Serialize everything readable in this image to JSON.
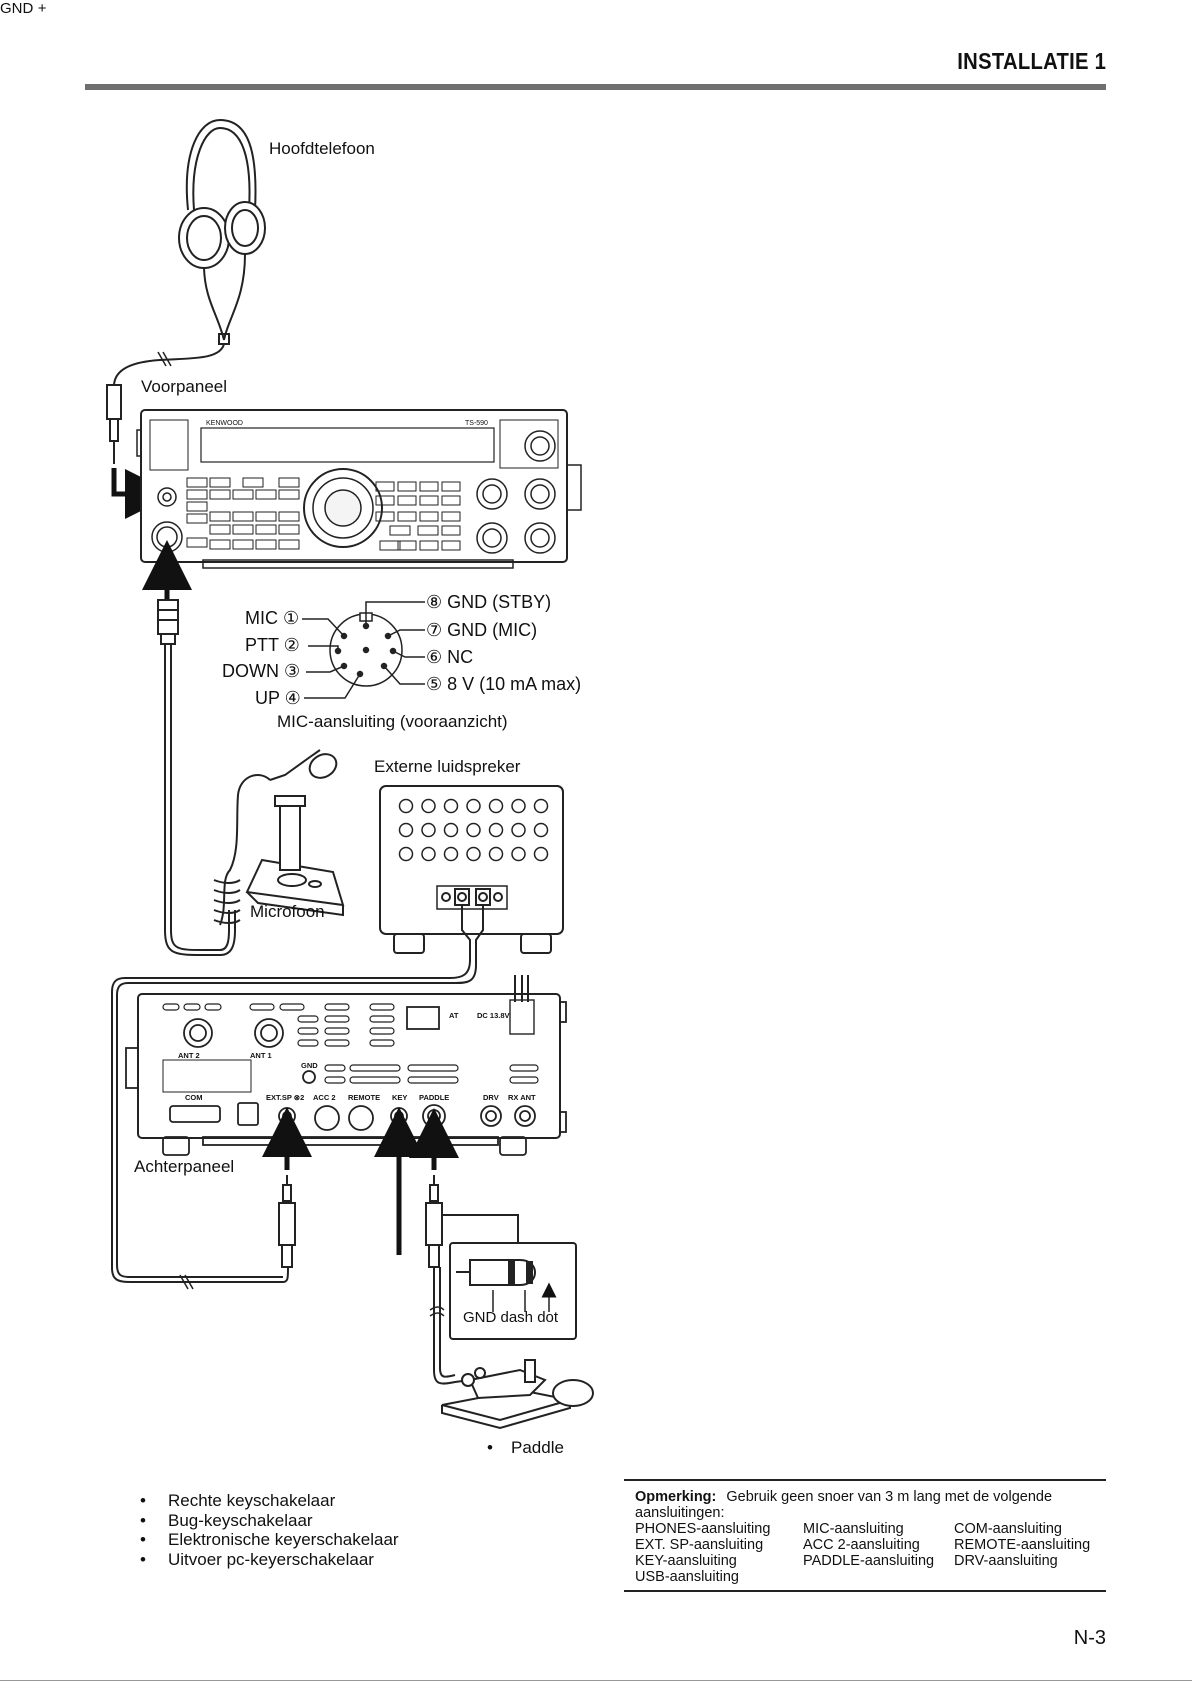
{
  "header": {
    "title": "INSTALLATIE  1"
  },
  "labels": {
    "headphones": "Hoofdtelefoon",
    "front_panel": "Voorpaneel",
    "rear_panel": "Achterpaneel",
    "microphone": "Microfoon",
    "external_speaker": "Externe luidspreker",
    "mic_connector_caption": "MIC-aansluiting (vooraanzicht)"
  },
  "mic_pins": {
    "left": [
      "MIC ①",
      "PTT ②",
      "DOWN ③",
      "UP ④"
    ],
    "right": [
      "⑧ GND (STBY)",
      "⑦ GND (MIC)",
      "⑥ NC",
      "⑤ 8 V (10 mA max)"
    ]
  },
  "plug_labels": {
    "paddle_plug": "GND dash dot",
    "key_plug_gnd": "GND",
    "key_plug_plus": "+"
  },
  "rear_panel_labels": [
    "ANT 2",
    "ANT 1",
    "COM",
    "EXT.SP ⊗2",
    "ACC 2",
    "REMOTE",
    "KEY",
    "PADDLE",
    "DRV",
    "RX ANT",
    "GND",
    "AT",
    "DC 13.8V"
  ],
  "bullets_key": [
    "Rechte keyschakelaar",
    "Bug-keyschakelaar",
    "Elektronische keyerschakelaar",
    "Uitvoer pc-keyerschakelaar"
  ],
  "bullet_paddle": "Paddle",
  "note": {
    "title": "Opmerking:",
    "text": "Gebruik geen snoer van 3 m lang met de volgende aansluitingen:",
    "rows": [
      [
        "PHONES-aansluiting",
        "MIC-aansluiting",
        "COM-aansluiting"
      ],
      [
        "EXT. SP-aansluiting",
        "ACC 2-aansluiting",
        "REMOTE-aansluiting"
      ],
      [
        "KEY-aansluiting",
        "PADDLE-aansluiting",
        "DRV-aansluiting"
      ],
      [
        "USB-aansluiting",
        "",
        ""
      ]
    ]
  },
  "page_number": "N-3"
}
